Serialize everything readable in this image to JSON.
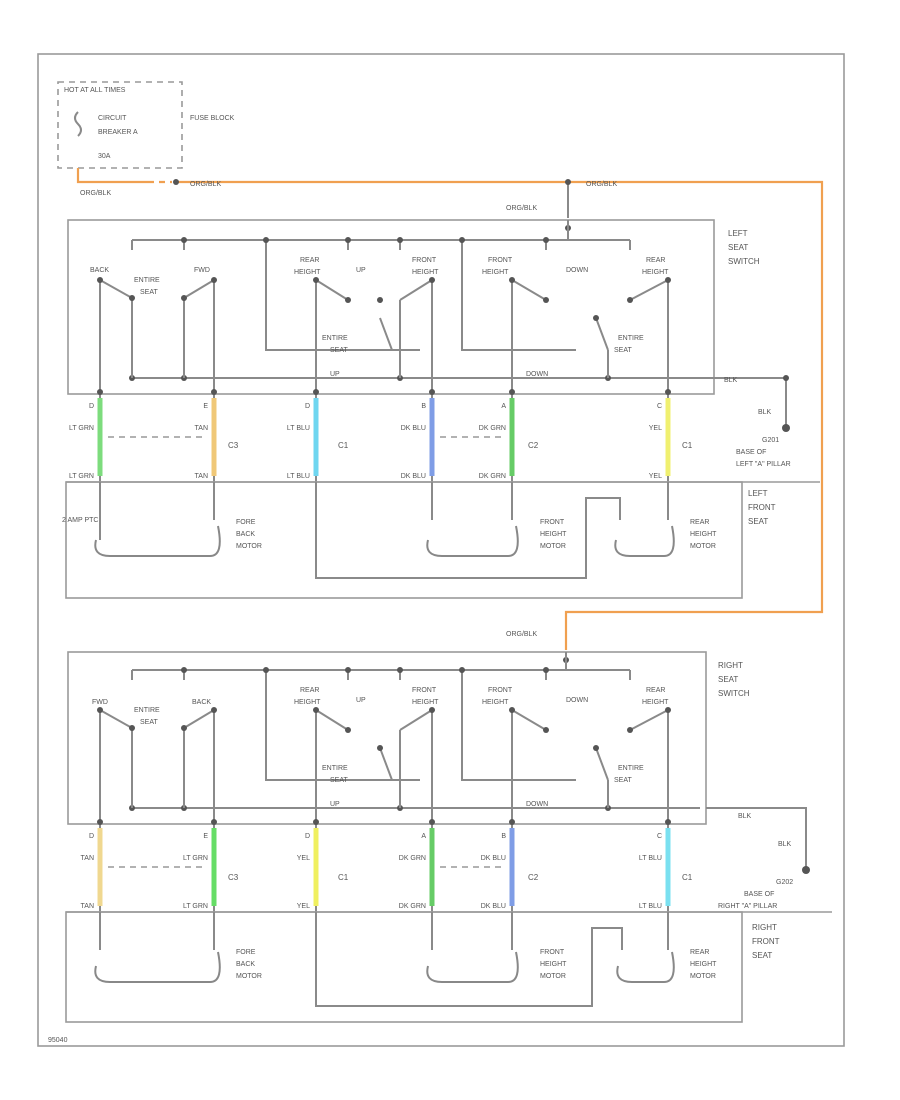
{
  "fuse": {
    "hot": "HOT AT ALL TIMES",
    "breaker_line1": "CIRCUIT",
    "breaker_line2": "BREAKER A",
    "breaker_amps": "30A",
    "block": "FUSE BLOCK",
    "wire_org_blk": "ORG/BLK"
  },
  "left_switch": {
    "title": [
      "LEFT",
      "SEAT",
      "SWITCH"
    ],
    "back": "BACK",
    "fwd": "FWD",
    "entire_seat": [
      "ENTIRE",
      "SEAT"
    ],
    "rear_height": [
      "REAR",
      "HEIGHT"
    ],
    "up": "UP",
    "front_height": [
      "FRONT",
      "HEIGHT"
    ],
    "down": "DOWN",
    "entire_seat2": [
      "ENTIRE",
      "SEAT"
    ],
    "up_low": "UP",
    "down_low": "DOWN"
  },
  "right_switch": {
    "title": [
      "RIGHT",
      "SEAT",
      "SWITCH"
    ],
    "fwd": "FWD",
    "back": "BACK",
    "entire_seat": [
      "ENTIRE",
      "SEAT"
    ],
    "rear_height": [
      "REAR",
      "HEIGHT"
    ],
    "up": "UP",
    "front_height": [
      "FRONT",
      "HEIGHT"
    ],
    "down": "DOWN",
    "up_low": "UP",
    "down_low": "DOWN"
  },
  "left_wires": [
    {
      "pin": "D",
      "color": "LT GRN",
      "bot": "LT GRN",
      "hex": "#7ddc7d"
    },
    {
      "pin": "E",
      "color": "TAN",
      "bot": "TAN",
      "hex": "#f0c878"
    },
    {
      "pin": "D",
      "color": "LT BLU",
      "bot": "LT BLU",
      "hex": "#6fd6f0"
    },
    {
      "pin": "B",
      "color": "DK BLU",
      "bot": "DK BLU",
      "hex": "#7f9de6"
    },
    {
      "pin": "A",
      "color": "DK GRN",
      "bot": "DK GRN",
      "hex": "#66cc66"
    },
    {
      "pin": "C",
      "color": "YEL",
      "bot": "YEL",
      "hex": "#f0f070"
    }
  ],
  "right_wires": [
    {
      "pin": "D",
      "color": "TAN",
      "bot": "TAN",
      "hex": "#f0d890"
    },
    {
      "pin": "E",
      "color": "LT GRN",
      "bot": "LT GRN",
      "hex": "#66dd66"
    },
    {
      "pin": "D",
      "color": "YEL",
      "bot": "YEL",
      "hex": "#f0f060"
    },
    {
      "pin": "A",
      "color": "DK GRN",
      "bot": "DK GRN",
      "hex": "#66cc66"
    },
    {
      "pin": "B",
      "color": "DK BLU",
      "bot": "DK BLU",
      "hex": "#7f9de6"
    },
    {
      "pin": "C",
      "color": "LT BLU",
      "bot": "LT BLU",
      "hex": "#7ae0f0"
    }
  ],
  "connectors": {
    "c1": "C1",
    "c2": "C2",
    "c3": "C3"
  },
  "ground": {
    "blk": "BLK",
    "g_left": "G201",
    "g_left_desc": [
      "BASE OF",
      "LEFT \"A\" PILLAR"
    ],
    "g_right": "G202",
    "g_right_desc": [
      "BASE OF",
      "RIGHT \"A\" PILLAR"
    ]
  },
  "left_seat": {
    "title": [
      "LEFT",
      "FRONT",
      "SEAT"
    ],
    "ptc": "2 AMP PTC",
    "fore_aft": [
      "FORE",
      "BACK",
      "MOTOR"
    ],
    "front_motor": [
      "FRONT",
      "HEIGHT",
      "MOTOR"
    ],
    "rear_motor": [
      "REAR",
      "HEIGHT",
      "MOTOR"
    ]
  },
  "right_seat": {
    "title": [
      "RIGHT",
      "FRONT",
      "SEAT"
    ],
    "fore_aft": [
      "FORE",
      "BACK",
      "MOTOR"
    ],
    "front_motor": [
      "FRONT",
      "HEIGHT",
      "MOTOR"
    ],
    "rear_motor": [
      "REAR",
      "HEIGHT",
      "MOTOR"
    ]
  },
  "footer_code": "95040"
}
